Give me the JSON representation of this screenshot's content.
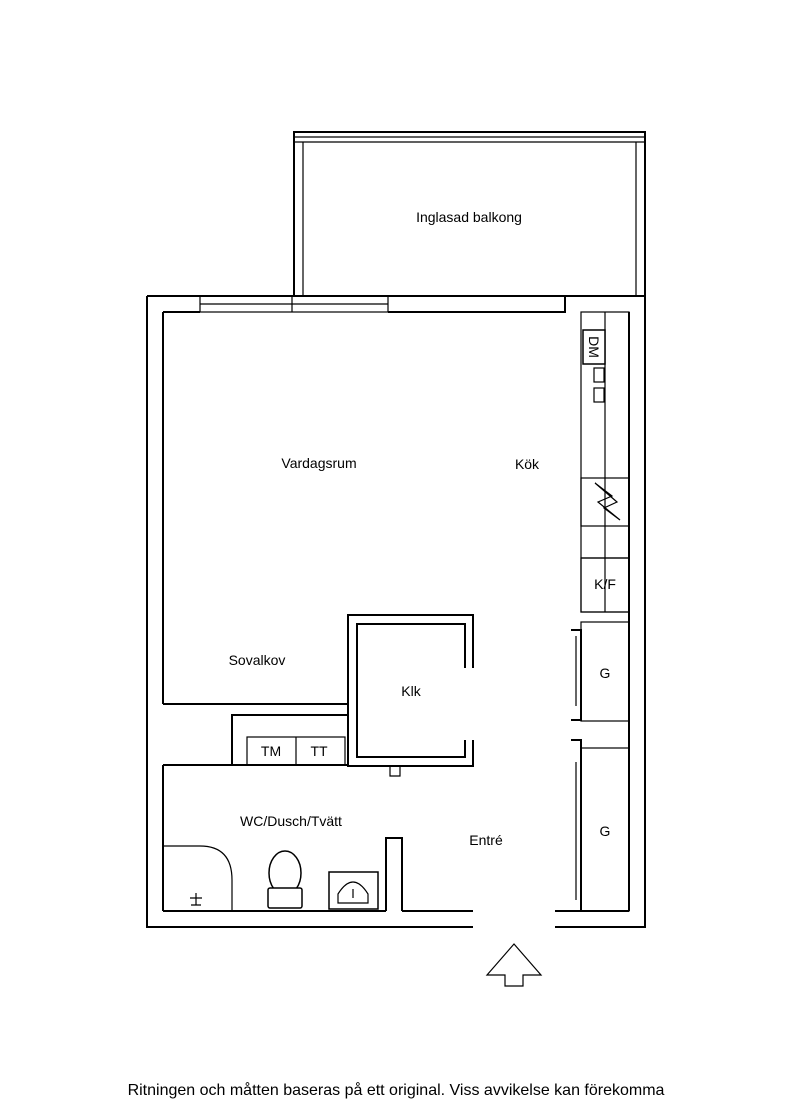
{
  "rooms": {
    "balcony": "Inglasad balkong",
    "living": "Vardagsrum",
    "kitchen": "Kök",
    "alcove": "Sovalkov",
    "closet": "Klk",
    "bathroom": "WC/Dusch/Tvätt",
    "entrance": "Entré"
  },
  "fixtures": {
    "dishwasher": "DM",
    "fridge_freezer": "K/F",
    "wardrobe_1": "G",
    "wardrobe_2": "G",
    "washer": "TM",
    "dryer": "TT"
  },
  "caption": "Ritningen och måtten baseras på ett original. Viss avvikelse kan förekomma"
}
